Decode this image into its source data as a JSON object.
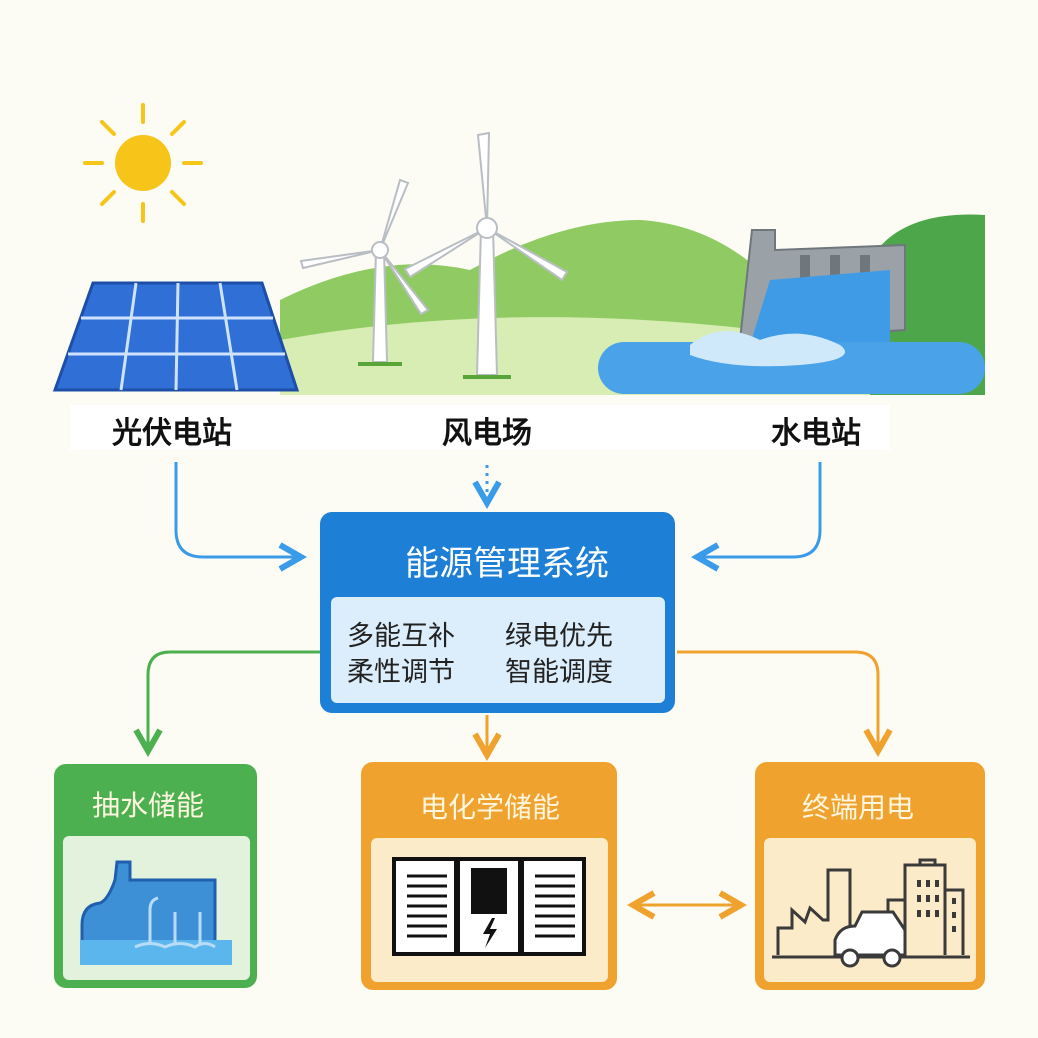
{
  "sources": {
    "solar": {
      "label": "光伏电站"
    },
    "wind": {
      "label": "风电场"
    },
    "hydro": {
      "label": "水电站"
    }
  },
  "ems": {
    "title": "能源管理系统",
    "features": [
      "多能互补",
      "绿电优先",
      "柔性调节",
      "智能调度"
    ]
  },
  "outputs": {
    "pumped": {
      "title": "抽水储能"
    },
    "battery": {
      "title": "电化学储能"
    },
    "end_use": {
      "title": "终端用电"
    }
  },
  "colors": {
    "blue": "#1e7fd6",
    "green": "#4cb050",
    "orange": "#f0a22e",
    "arrow_blue": "#3a9be8"
  }
}
